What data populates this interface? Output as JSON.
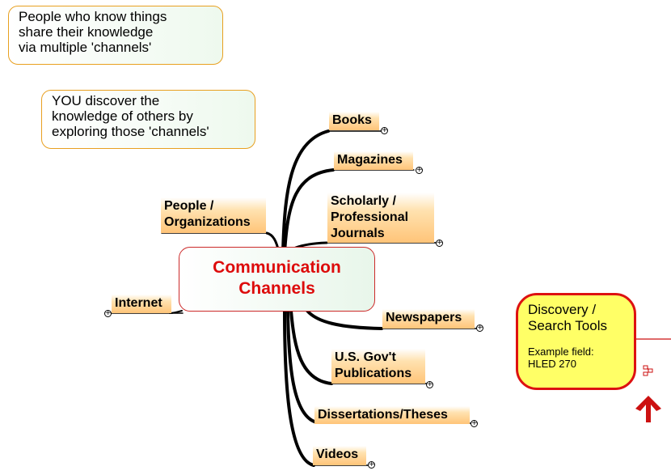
{
  "notes": {
    "note1": "People who know things\nshare their knowledge\nvia multiple 'channels'",
    "note2": "YOU discover the\nknowledge of others by\nexploring those 'channels'"
  },
  "central_topic": "Communication\nChannels",
  "topics": {
    "books": "Books",
    "magazines": "Magazines",
    "journals": "Scholarly /\nProfessional\nJournals",
    "people": "People /\nOrganizations",
    "internet": "Internet",
    "newspapers": "Newspapers",
    "govt": "U.S. Gov't\nPublications",
    "dissertations": "Dissertations/Theses",
    "videos": "Videos"
  },
  "discovery": {
    "title": "Discovery /\nSearch Tools",
    "note": "Example field:\nHLED 270"
  },
  "colors": {
    "branch": "#000000",
    "center_text": "#dd0b0b",
    "topic_fill": "#ffc478",
    "note_border": "#e8a020",
    "discovery_fill": "#ffff66",
    "discovery_border": "#dd1111",
    "arrow": "#cc1111"
  },
  "icons": {
    "expand": "plus-circle-icon",
    "link": "map-link-icon",
    "up_arrow": "up-arrow-icon"
  }
}
